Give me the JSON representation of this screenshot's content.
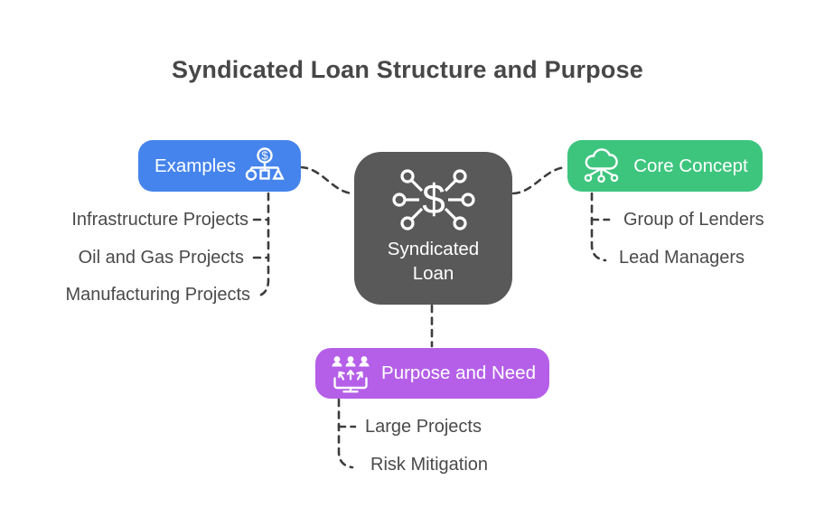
{
  "title": "Syndicated Loan Structure and Purpose",
  "center_node": {
    "label": "Syndicated Loan",
    "icon": "money-network-icon",
    "color": "#595959"
  },
  "branches": {
    "examples": {
      "label": "Examples",
      "icon": "hierarchy-money-icon",
      "color": "#4584EC",
      "items": [
        "Infrastructure Projects",
        "Oil and Gas Projects",
        "Manufacturing Projects"
      ]
    },
    "core_concept": {
      "label": "Core Concept",
      "icon": "cloud-network-icon",
      "color": "#3DC57E",
      "items": [
        "Group of Lenders",
        "Lead Managers"
      ]
    },
    "purpose_and_need": {
      "label": "Purpose and Need",
      "icon": "team-upload-icon",
      "color": "#B55FE8",
      "items": [
        "Large Projects",
        "Risk Mitigation"
      ]
    }
  },
  "styles": {
    "connector_color": "#3D3D3D",
    "title_color": "#474747",
    "leaf_text_color": "#4A4A4A",
    "background": "#FFFFFF"
  }
}
